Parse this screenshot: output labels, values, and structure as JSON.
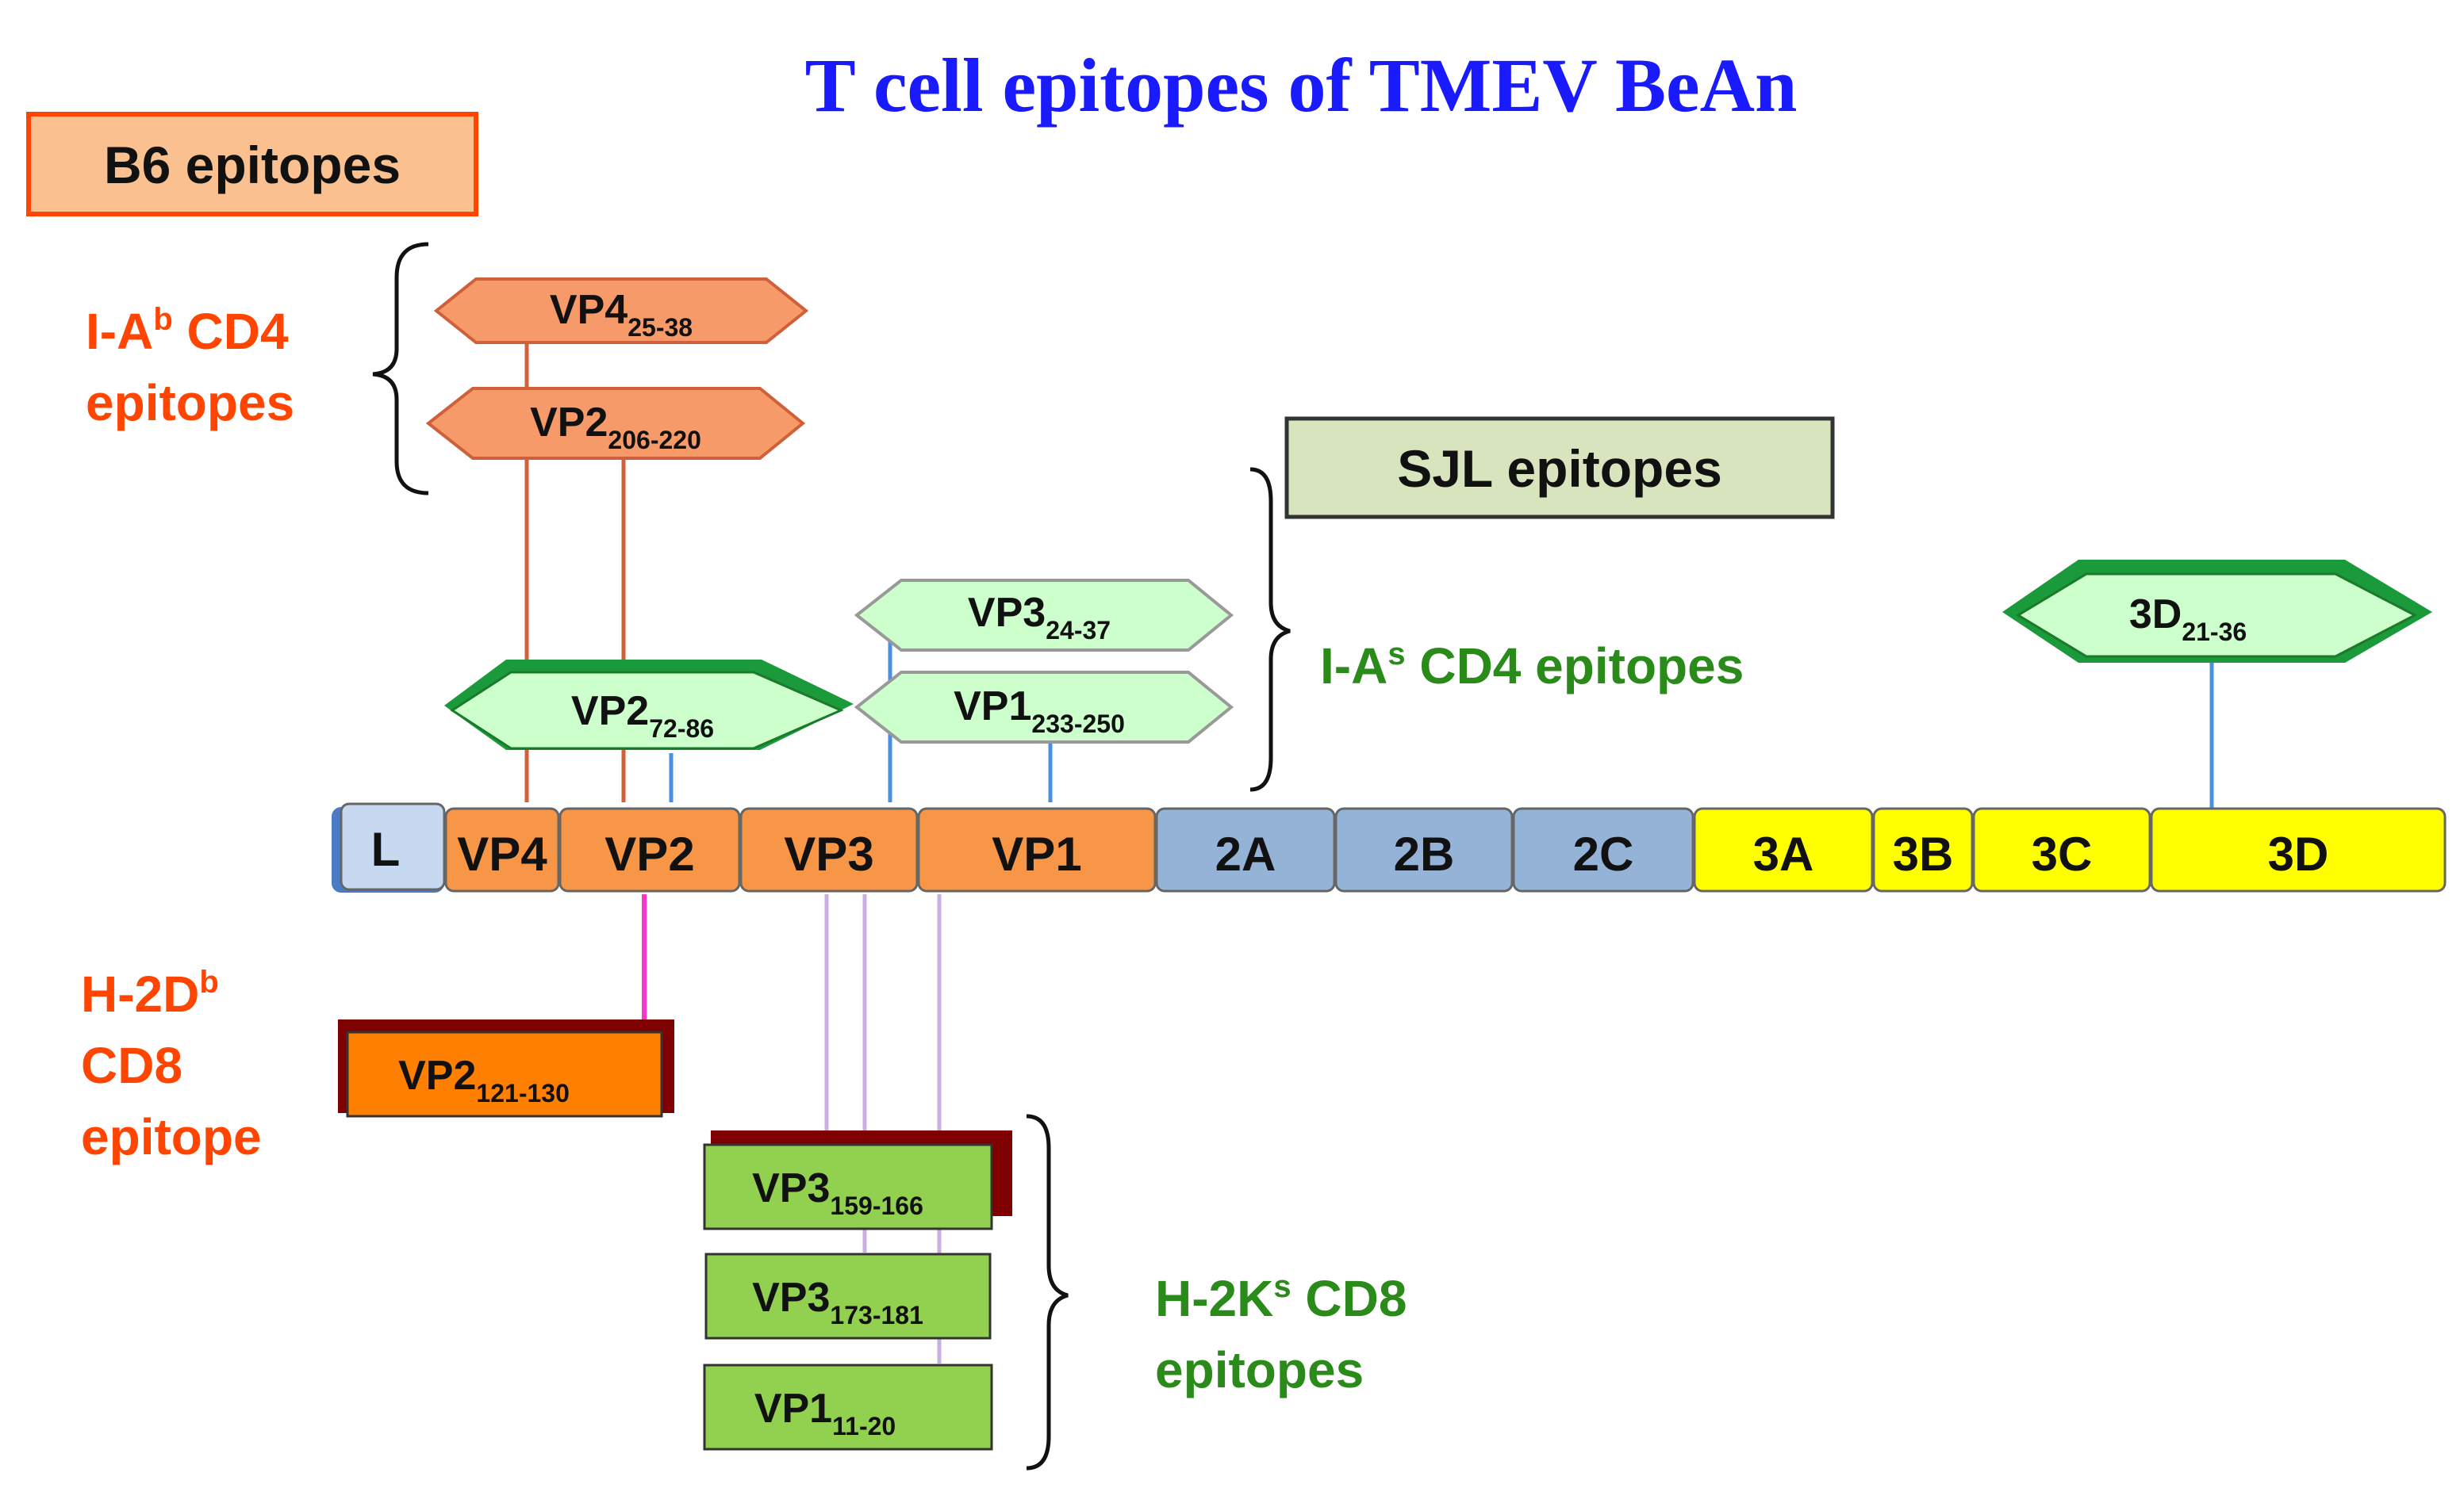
{
  "title": "T cell epitopes of TMEV BeAn",
  "legend": {
    "b6": "B6 epitopes",
    "sjl": "SJL epitopes"
  },
  "groups": {
    "iab_line1_pre": "I-A",
    "iab_sup": "b",
    "iab_line1_post": " CD4",
    "iab_line2": "epitopes",
    "h2db_line1_pre": "H-2D",
    "h2db_sup": "b",
    "h2db_line2": "CD8",
    "h2db_line3": "epitope",
    "ias_pre": "I-A",
    "ias_sup": "s",
    "ias_post": " CD4 epitopes",
    "h2ks_line1_pre": "H-2K",
    "h2ks_sup": "s",
    "h2ks_line1_post": " CD8",
    "h2ks_line2": "epitopes"
  },
  "segments": [
    {
      "label": "L"
    },
    {
      "label": "VP4"
    },
    {
      "label": "VP2"
    },
    {
      "label": "VP3"
    },
    {
      "label": "VP1"
    },
    {
      "label": "2A"
    },
    {
      "label": "2B"
    },
    {
      "label": "2C"
    },
    {
      "label": "3A"
    },
    {
      "label": "3B"
    },
    {
      "label": "3C"
    },
    {
      "label": "3D"
    }
  ],
  "epitopes": {
    "vp4_25": {
      "name": "VP4",
      "range": "25-38"
    },
    "vp2_206": {
      "name": "VP2",
      "range": "206-220"
    },
    "vp2_72": {
      "name": "VP2",
      "range": "72-86"
    },
    "vp3_24": {
      "name": "VP3",
      "range": "24-37"
    },
    "vp1_233": {
      "name": "VP1",
      "range": "233-250"
    },
    "d3_21": {
      "name": "3D",
      "range": "21-36"
    },
    "vp2_121": {
      "name": "VP2",
      "range": "121-130"
    },
    "vp3_159": {
      "name": "VP3",
      "range": "159-166"
    },
    "vp3_173": {
      "name": "VP3",
      "range": "173-181"
    },
    "vp1_11": {
      "name": "VP1",
      "range": "11-20"
    }
  },
  "colors": {
    "title": "#1a1aff",
    "b6_text": "#ff4500",
    "sjl_text": "#2a8a1a",
    "capsid_orange": "#f79646",
    "p2_blue": "#95b3d7",
    "p3_yellow": "#ffff00",
    "leader_blue": "#c6d9f1",
    "cd4_b6_fill": "#f79a6a",
    "cd4_sjl_fill": "#ccffcc",
    "cd8_green": "#92d050",
    "cd8_b6_orange": "#ff7f00",
    "shadow_maroon": "#7f0000",
    "connector_red": "#d0603a",
    "connector_blue": "#4a90e2",
    "connector_magenta": "#ff33cc",
    "connector_lavender": "#c8b0e0"
  }
}
